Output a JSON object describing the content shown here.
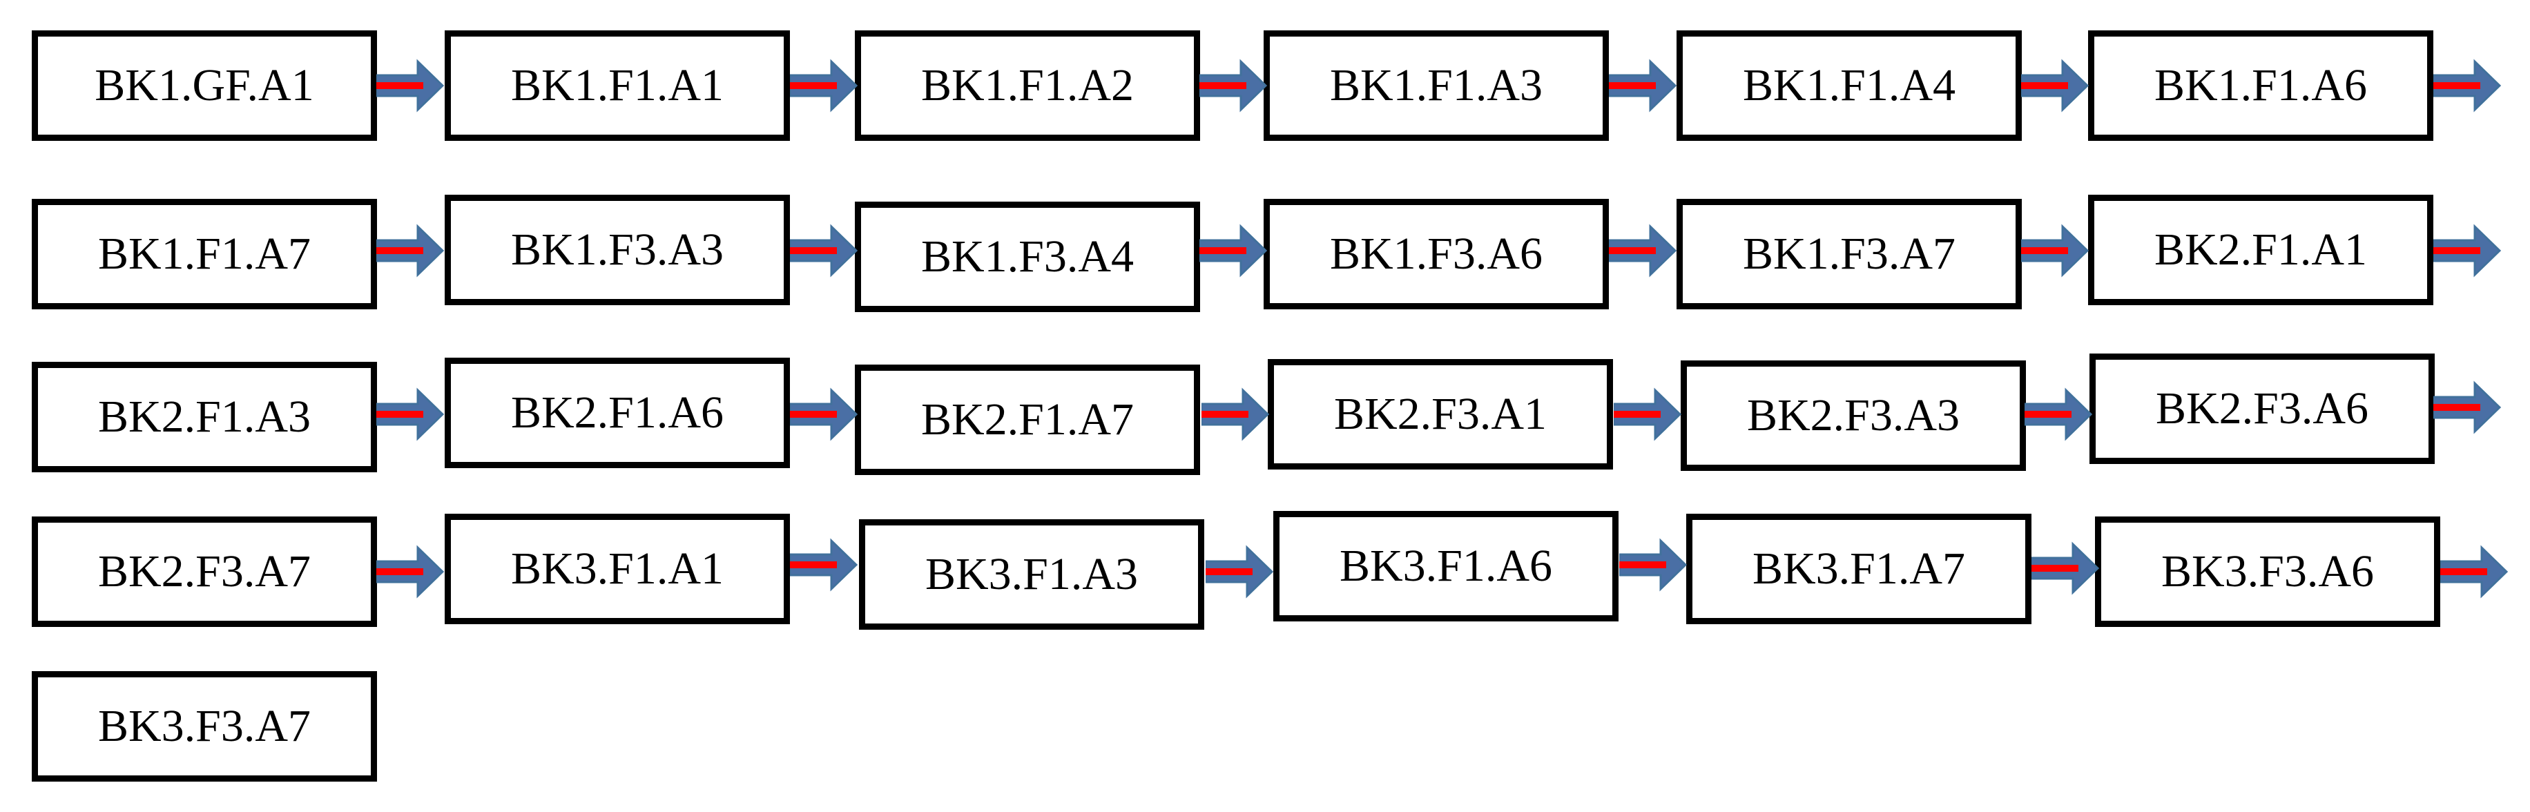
{
  "diagram": {
    "arrow_colors": {
      "outline": "#41719c",
      "fill": "#4a6fa5",
      "stripe": "#ff0000"
    },
    "rows": [
      {
        "nodes": [
          "BK1.GF.A1",
          "BK1.F1.A1",
          "BK1.F1.A2",
          "BK1.F1.A3",
          "BK1.F1.A4",
          "BK1.F1.A6"
        ]
      },
      {
        "nodes": [
          "BK1.F1.A7",
          "BK1.F3.A3",
          "BK1.F3.A4",
          "BK1.F3.A6",
          "BK1.F3.A7",
          "BK2.F1.A1"
        ]
      },
      {
        "nodes": [
          "BK2.F1.A3",
          "BK2.F1.A6",
          "BK2.F1.A7",
          "BK2.F3.A1",
          "BK2.F3.A3",
          "BK2.F3.A6"
        ]
      },
      {
        "nodes": [
          "BK2.F3.A7",
          "BK3.F1.A1",
          "BK3.F1.A3",
          "BK3.F1.A6",
          "BK3.F1.A7",
          "BK3.F3.A6"
        ]
      },
      {
        "nodes": [
          "BK3.F3.A7"
        ]
      }
    ]
  }
}
